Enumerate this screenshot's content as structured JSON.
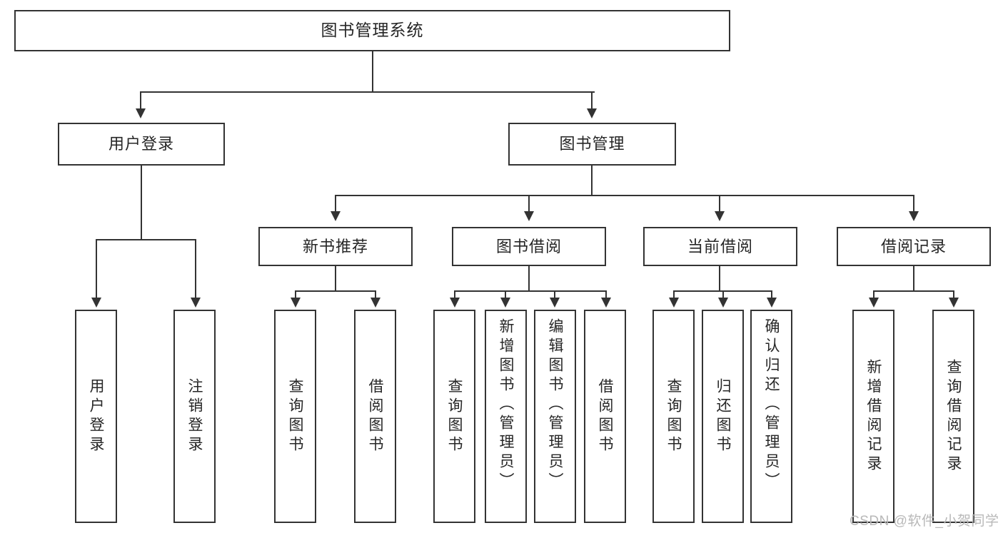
{
  "diagram": {
    "title": "图书管理系统",
    "type": "功能结构图",
    "root": {
      "label": "图书管理系统"
    },
    "level2": [
      {
        "label": "用户登录"
      },
      {
        "label": "图书管理"
      }
    ],
    "level3": [
      {
        "label": "新书推荐"
      },
      {
        "label": "图书借阅"
      },
      {
        "label": "当前借阅"
      },
      {
        "label": "借阅记录"
      }
    ],
    "leaves": {
      "user_login": [
        {
          "label": "用户登录"
        },
        {
          "label": "注销登录"
        }
      ],
      "new_book": [
        {
          "label": "查询图书"
        },
        {
          "label": "借阅图书"
        }
      ],
      "book_borrow": [
        {
          "label": "查询图书"
        },
        {
          "label": "新增图书（管理员）"
        },
        {
          "label": "编辑图书（管理员）"
        },
        {
          "label": "借阅图书"
        }
      ],
      "current_borrow": [
        {
          "label": "查询图书"
        },
        {
          "label": "归还图书"
        },
        {
          "label": "确认归还（管理员）"
        }
      ],
      "borrow_record": [
        {
          "label": "新增借阅记录"
        },
        {
          "label": "查询借阅记录"
        }
      ]
    }
  },
  "watermark": {
    "text": "CSDN @软件_小贺同学"
  },
  "colors": {
    "border": "#333333",
    "text": "#262626",
    "background": "#ffffff",
    "watermark": "#b8b8b8"
  }
}
